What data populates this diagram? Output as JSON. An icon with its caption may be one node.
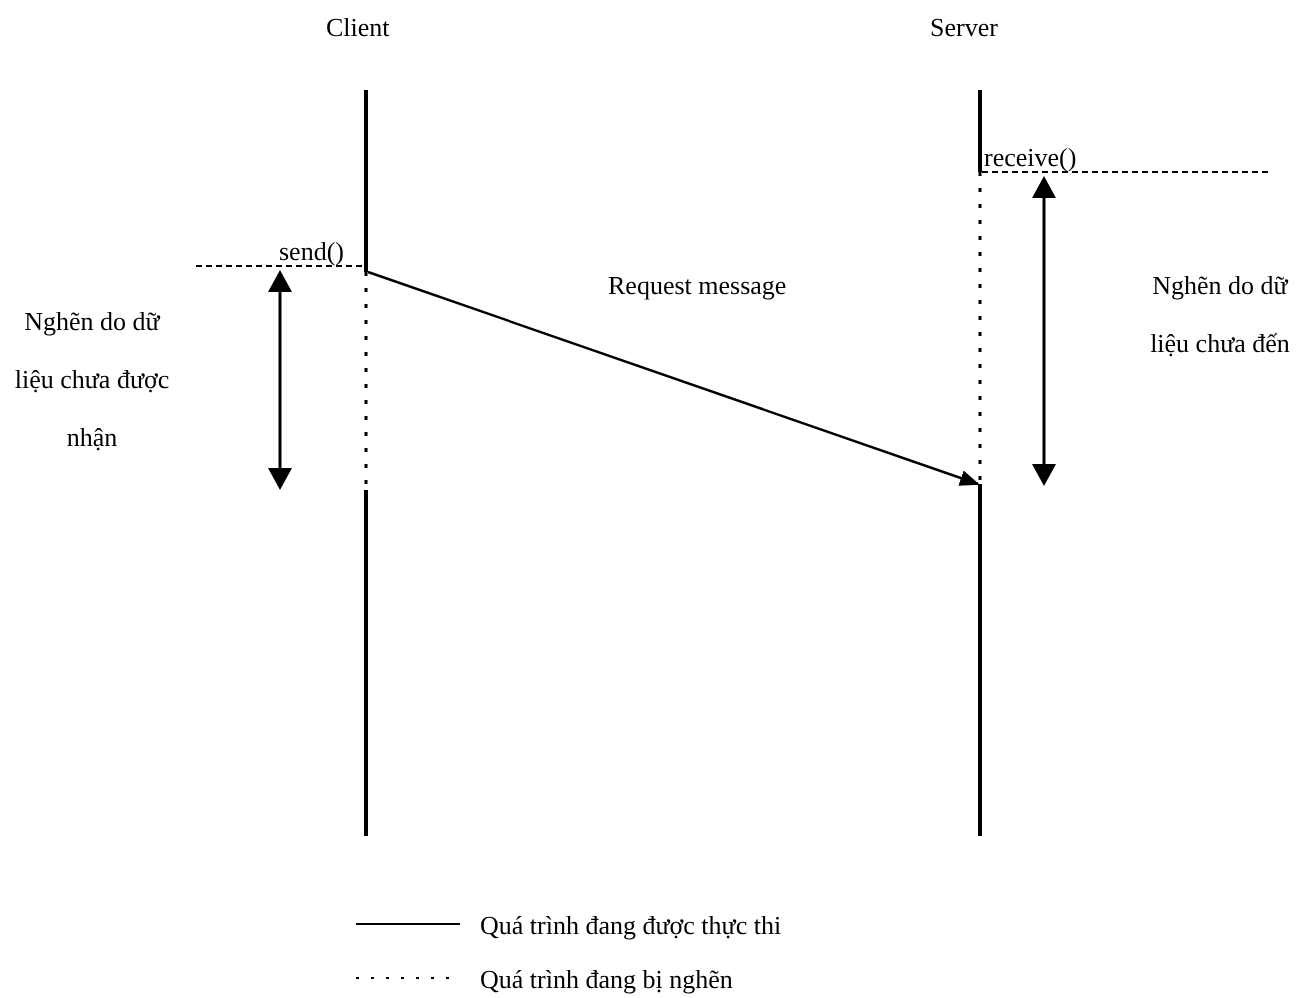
{
  "diagram": {
    "nodes": [
      {
        "text": [
          "Client"
        ]
      },
      {
        "text": [
          "Server"
        ]
      }
    ],
    "edges": [
      {
        "from": 0,
        "to": 1,
        "arrow": "to",
        "label": "Request message"
      }
    ],
    "labels": [
      "send()",
      "Nghẽn do dữ liệu chưa được nhận",
      "receive()",
      "Nghẽn do dữ liệu chưa đến"
    ],
    "legend": [
      {
        "text": "Quá trình đang được thực thi"
      },
      {
        "text": "Quá trình đang bị nghẽn"
      }
    ]
  }
}
